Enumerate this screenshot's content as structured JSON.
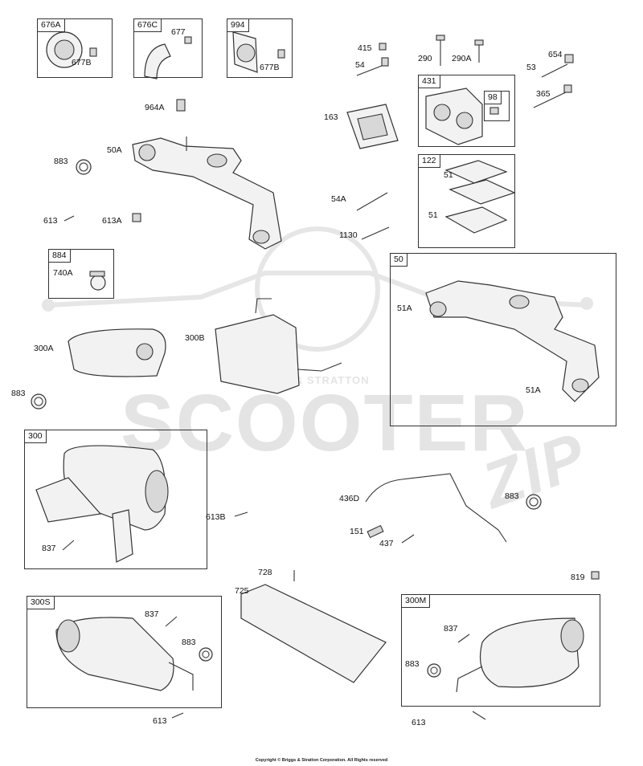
{
  "watermark": {
    "brand": "SCOOTER",
    "script": "ZIP",
    "badge": "BRIGGS & STRATTON"
  },
  "copyright": "Copyright © Briggs & Stratton Corporation. All Rights reserved",
  "boxes": {
    "b676A": "676A",
    "b676C": "676C",
    "b994": "994",
    "b431": "431",
    "b98": "98",
    "b122": "122",
    "b884": "884",
    "b50": "50",
    "b300": "300",
    "b300S": "300S",
    "b300M": "300M"
  },
  "labels": {
    "l677B_1": "677B",
    "l677": "677",
    "l677B_2": "677B",
    "l415": "415",
    "l54": "54",
    "l290": "290",
    "l290A": "290A",
    "l654": "654",
    "l53": "53",
    "l365": "365",
    "l964A": "964A",
    "l163": "163",
    "l50A": "50A",
    "l883_1": "883",
    "l613_1": "613",
    "l613A": "613A",
    "l54A": "54A",
    "l1130": "1130",
    "l51_1": "51",
    "l51_2": "51",
    "l740A": "740A",
    "l51A_1": "51A",
    "l51A_2": "51A",
    "l300A": "300A",
    "l300B": "300B",
    "l883_2": "883",
    "l436D": "436D",
    "l883_3": "883",
    "l613B": "613B",
    "l151": "151",
    "l437": "437",
    "l837_1": "837",
    "l728": "728",
    "l725": "725",
    "l819": "819",
    "l837_2": "837",
    "l883_4": "883",
    "l613_2": "613",
    "l837_3": "837",
    "l883_5": "883",
    "l613_3": "613"
  }
}
